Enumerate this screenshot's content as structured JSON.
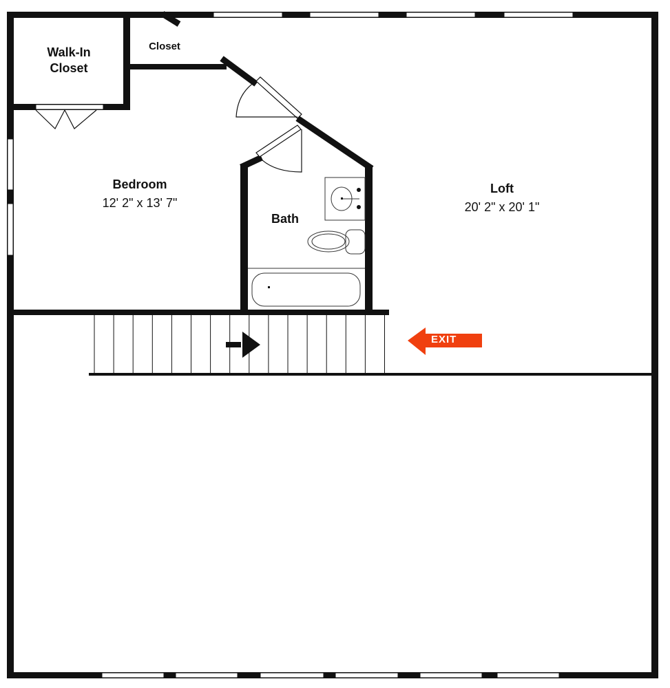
{
  "rooms": {
    "walk_in_closet": {
      "name": "Walk-In Closet",
      "line1": "Walk-In",
      "line2": "Closet"
    },
    "closet": {
      "name": "Closet"
    },
    "bedroom": {
      "name": "Bedroom",
      "dimensions": "12' 2\" x 13' 7\""
    },
    "bath": {
      "name": "Bath"
    },
    "loft": {
      "name": "Loft",
      "dimensions": "20' 2\" x 20' 1\""
    }
  },
  "exit_sign": {
    "label": "EXIT",
    "color": "#f0400f"
  },
  "colors": {
    "wall": "#111111",
    "background": "#ffffff"
  }
}
